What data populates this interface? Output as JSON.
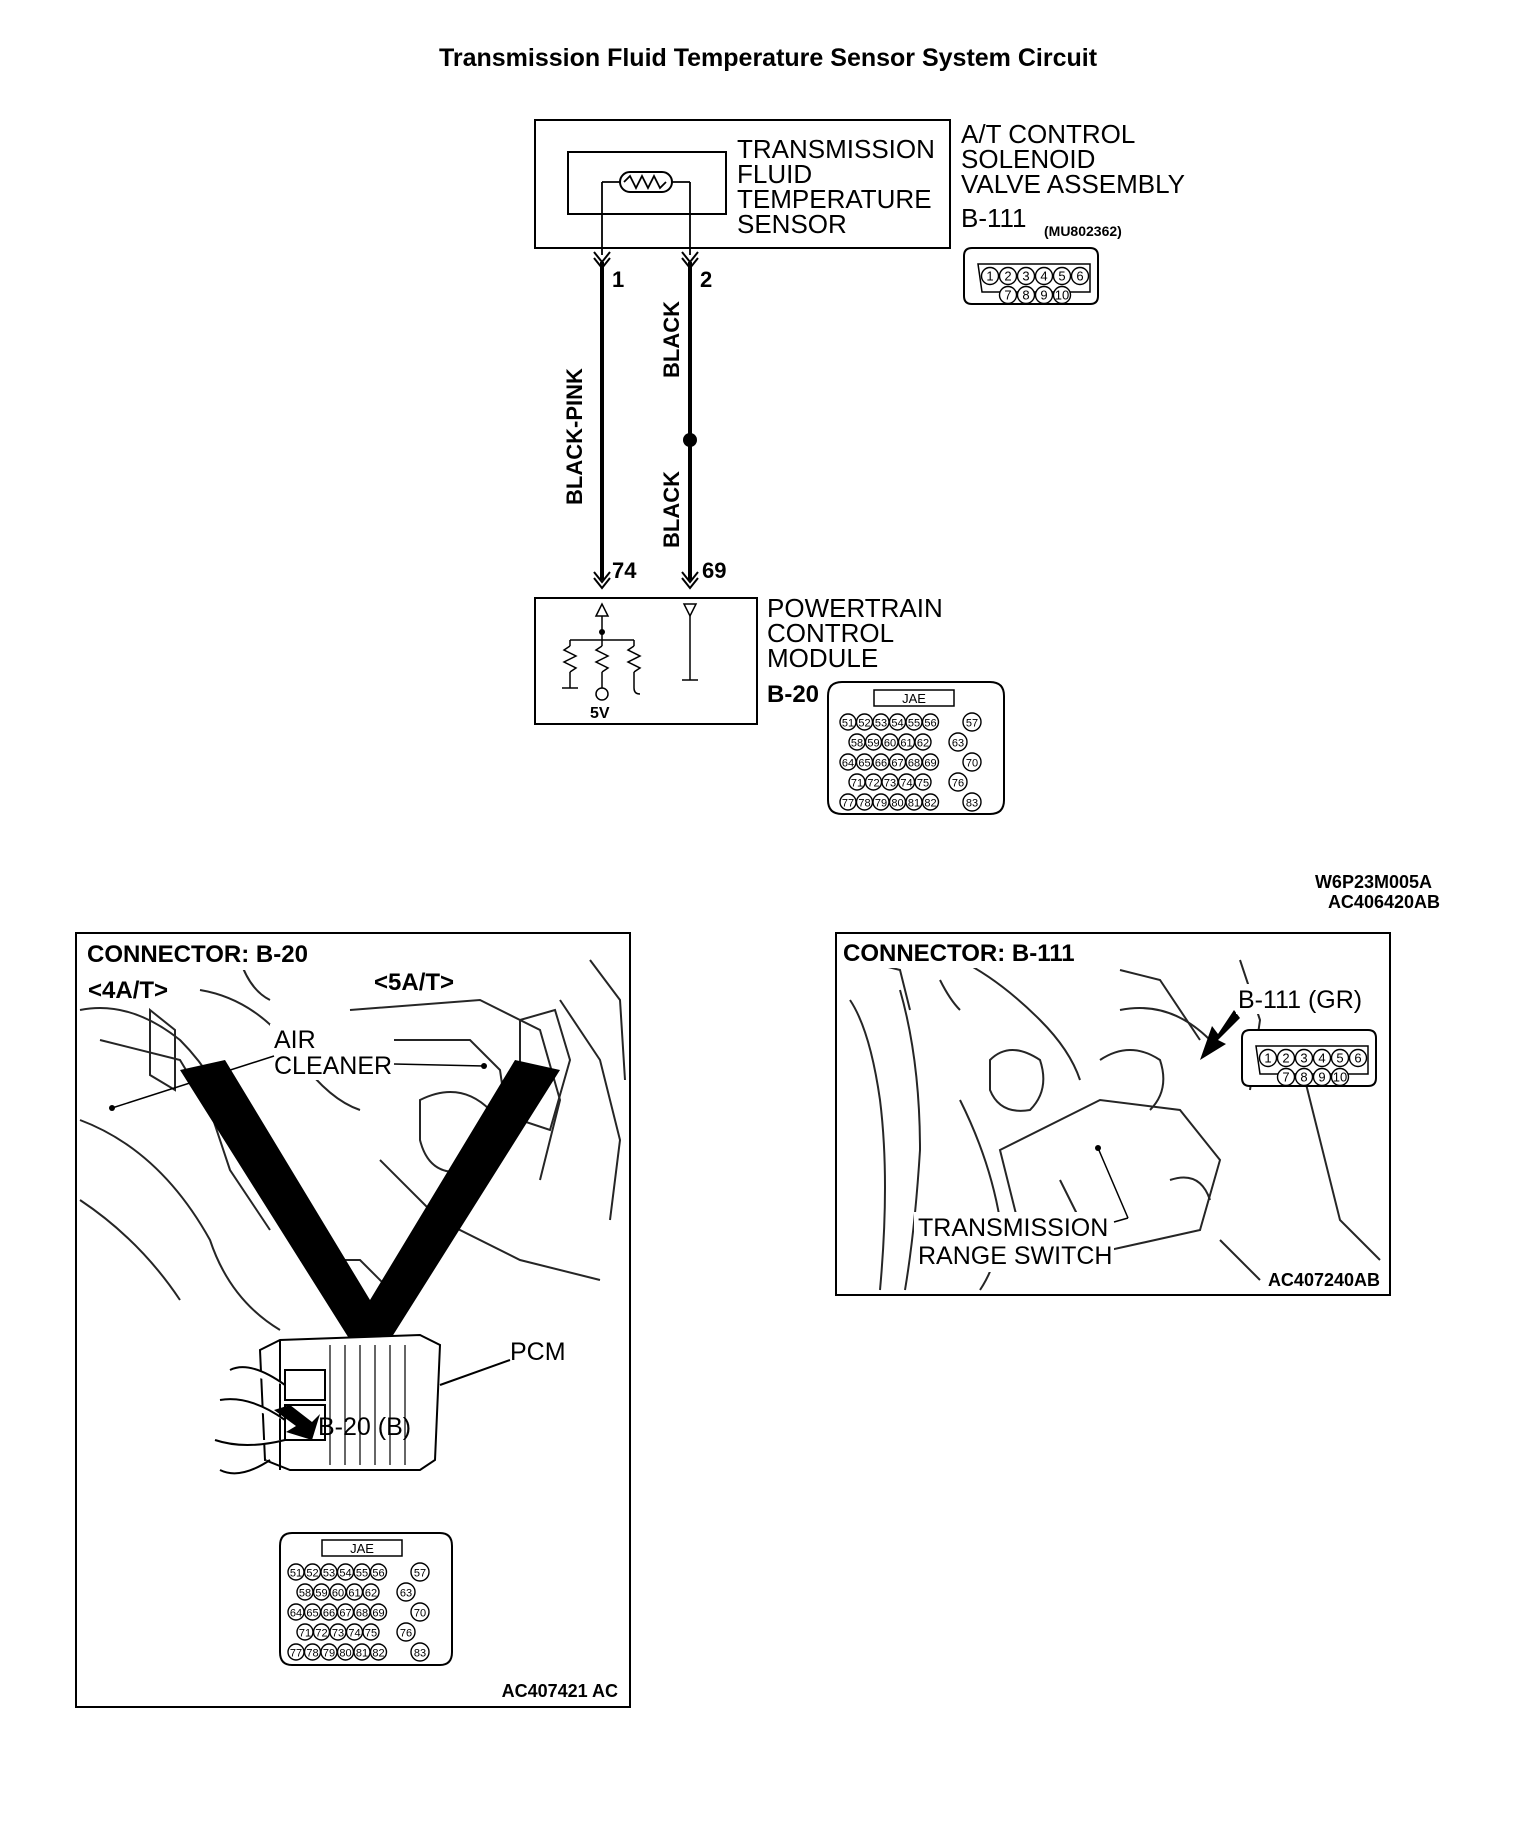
{
  "title": "Transmission Fluid Temperature Sensor System Circuit",
  "circuit": {
    "sensor_label": [
      "TRANSMISSION",
      "FLUID",
      "TEMPERATURE",
      "SENSOR"
    ],
    "assembly_label": [
      "A/T CONTROL",
      "SOLENOID",
      "VALVE ASSEMBLY"
    ],
    "assembly_connector": "B-111",
    "assembly_part": "(MU802362)",
    "pin_top_1": "1",
    "pin_top_2": "2",
    "wire_1_color": "BLACK-PINK",
    "wire_2_color_upper": "BLACK",
    "wire_2_color_lower": "BLACK",
    "pin_bottom_1": "74",
    "pin_bottom_2": "69",
    "pcm_label": [
      "POWERTRAIN",
      "CONTROL",
      "MODULE"
    ],
    "pcm_connector": "B-20",
    "voltage": "5V",
    "b111_pins_row1": [
      "1",
      "2",
      "3",
      "4",
      "5",
      "6"
    ],
    "b111_pins_row2": [
      "7",
      "8",
      "9",
      "10"
    ],
    "jae_label": "JAE",
    "jae_rows": [
      [
        "51",
        "52",
        "53",
        "54",
        "55",
        "56"
      ],
      [
        "58",
        "59",
        "60",
        "61",
        "62"
      ],
      [
        "64",
        "65",
        "66",
        "67",
        "68",
        "69"
      ],
      [
        "71",
        "72",
        "73",
        "74",
        "75"
      ],
      [
        "77",
        "78",
        "79",
        "80",
        "81",
        "82"
      ]
    ],
    "jae_side": [
      "57",
      "63",
      "70",
      "76",
      "83"
    ],
    "code_1": "W6P23M005A",
    "code_2": "AC406420AB"
  },
  "photo_b20": {
    "title": "CONNECTOR: B-20",
    "variant_1": "<4A/T>",
    "variant_2": "<5A/T>",
    "air_cleaner": [
      "AIR",
      "CLEANER"
    ],
    "pcm": "PCM",
    "connector_callout": "B-20 (B)",
    "code": "AC407421 AC"
  },
  "photo_b111": {
    "title": "CONNECTOR: B-111",
    "connector_callout": "B-111 (GR)",
    "range_switch": [
      "TRANSMISSION",
      "RANGE SWITCH"
    ],
    "code": "AC407240AB"
  }
}
